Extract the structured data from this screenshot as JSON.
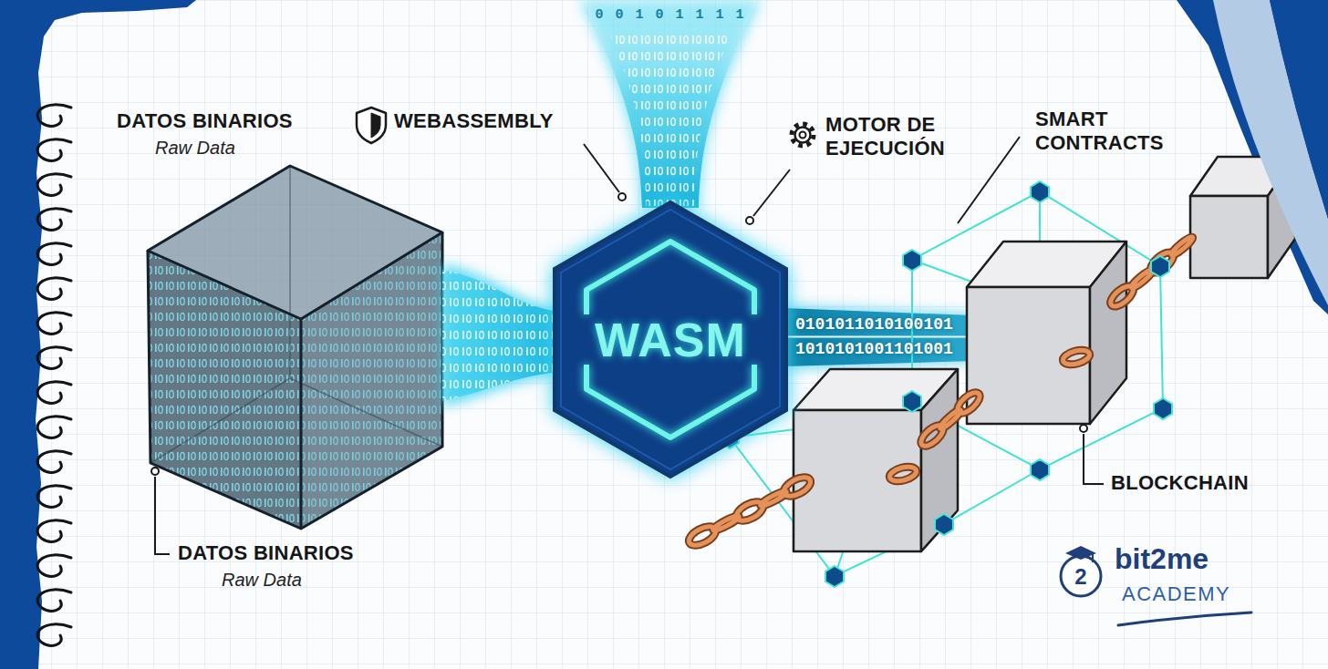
{
  "diagram": {
    "nodes": [
      {
        "text": [
          "WASM"
        ]
      }
    ],
    "labels": [
      "DATOS BINARIOS",
      "Raw Data",
      "WEBASSEMBLY",
      "MOTOR DE EJECUCIÓN",
      "SMART CONTRACTS",
      "BLOCKCHAIN",
      "DATOS BINARIOS",
      "Raw Data",
      "0 0 1 0 1 1 1 1",
      "0101011010100101",
      "1010101001101001",
      "2",
      "bit2me",
      "ACADEMY"
    ]
  }
}
